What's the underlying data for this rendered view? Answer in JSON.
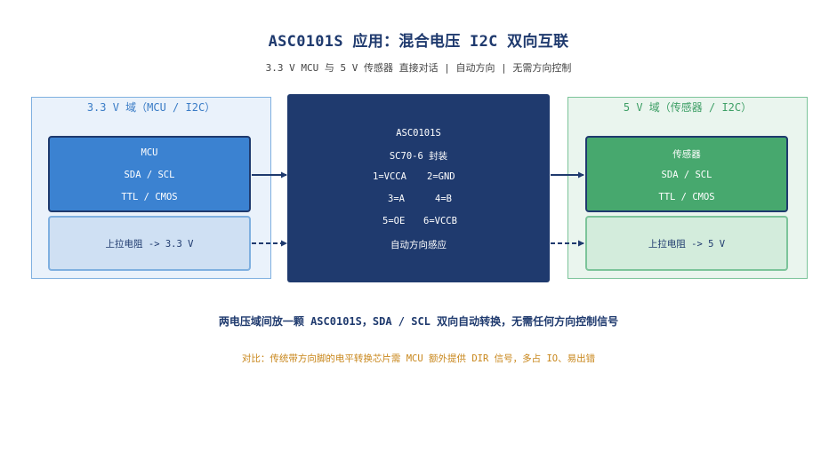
{
  "title": "ASC0101S 应用：混合电压 I2C 双向互联",
  "subtitle": "3.3 V MCU  与  5 V 传感器  直接对话 | 自动方向 | 无需方向控制",
  "left_domain": {
    "label": "3.3 V 域（MCU / I2C）",
    "device": [
      "MCU",
      "SDA / SCL",
      "TTL / CMOS"
    ],
    "pullup": "上拉电阻 -> 3.3 V"
  },
  "chip": {
    "name": "ASC0101S",
    "package": "SC70-6 封装",
    "pins": [
      [
        "1=VCCA",
        "2=GND"
      ],
      [
        "3=A",
        "4=B"
      ],
      [
        "5=OE",
        "6=VCCB"
      ]
    ],
    "feature": "自动方向感应"
  },
  "right_domain": {
    "label": "5 V 域（传感器 / I2C）",
    "device": [
      "传感器",
      "SDA / SCL",
      "TTL / CMOS"
    ],
    "pullup": "上拉电阻 -> 5 V"
  },
  "note": "两电压域间放一颗 ASC0101S，SDA / SCL 双向自动转换，无需任何方向控制信号",
  "contrast": "对比：传统带方向脚的电平转换芯片需 MCU 额外提供 DIR 信号，多占 IO、易出错",
  "colors": {
    "dark_navy": "#1f3a6e",
    "blue": "#3b82d1",
    "green": "#47a86e",
    "orange": "#c8861a"
  }
}
